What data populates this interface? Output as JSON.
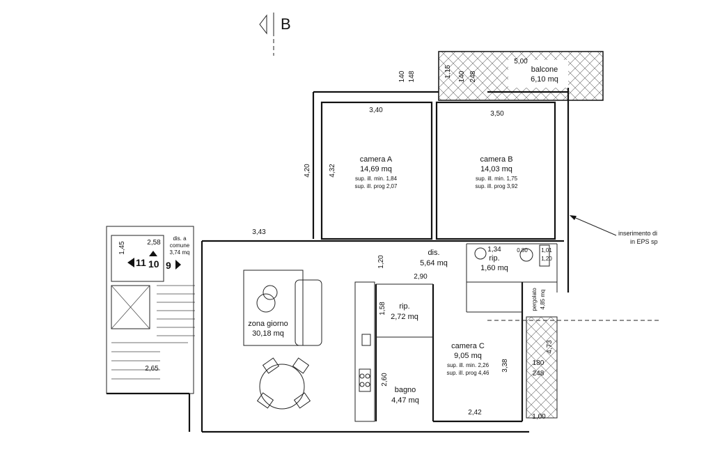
{
  "section_marker": "B",
  "rooms": {
    "camera_a": {
      "name": "camera A",
      "area": "14,69 mq",
      "sup_min": "sup. ill. min. 1,84",
      "sup_prog": "sup. ill. prog 2,07"
    },
    "camera_b": {
      "name": "camera B",
      "area": "14,03 mq",
      "sup_min": "sup. ill. min. 1,75",
      "sup_prog": "sup. ill. prog 3,92"
    },
    "camera_c": {
      "name": "camera C",
      "area": "9,05 mq",
      "sup_min": "sup. ill. min. 2,26",
      "sup_prog": "sup. ill. prog 4,46"
    },
    "zona_giorno": {
      "name": "zona giorno",
      "area": "30,18 mq"
    },
    "dis": {
      "name": "dis.",
      "area": "5,64 mq"
    },
    "rip_1": {
      "name": "rip.",
      "area": "1,60 mq"
    },
    "rip_2": {
      "name": "rip.",
      "area": "2,72 mq"
    },
    "bagno": {
      "name": "bagno",
      "area": "4,47 mq"
    },
    "balcone": {
      "name": "balcone",
      "area": "6,10 mq"
    },
    "dis_comune": {
      "line1": "dis. a",
      "line2": "comune",
      "area": "3,74 mq"
    },
    "pergolato": {
      "name": "pergolato",
      "area": "4,85 mq"
    }
  },
  "dimensions": {
    "d_3_40": "3,40",
    "d_3_50": "3,50",
    "d_140_a": "140",
    "d_148": "148",
    "d_140_b": "140",
    "d_248_top": "248",
    "d_1_15": "1,15",
    "d_5_00": "5,00",
    "d_4_20": "4,20",
    "d_4_32": "4,32",
    "d_3_43": "3,43",
    "d_1_20": "1,20",
    "d_2_90": "2,90",
    "d_1_58": "1,58",
    "d_2_60": "2,60",
    "d_3_38": "3,38",
    "d_2_42": "2,42",
    "d_180": "180",
    "d_248": "248",
    "d_4_73": "4,73",
    "d_1_00": "1,00",
    "d_1_45": "1,45",
    "d_2_58": "2,58",
    "d_2_65": "2,65",
    "d_1_34": "1,34",
    "d_0_80": "0,80",
    "d_1_01": "1,01",
    "d_1_20b": "1,20"
  },
  "stair_numbers": {
    "n11": "11",
    "n10": "10",
    "n9": "9"
  },
  "annotation": {
    "line1": "inserimento di",
    "line2": "in EPS sp"
  }
}
